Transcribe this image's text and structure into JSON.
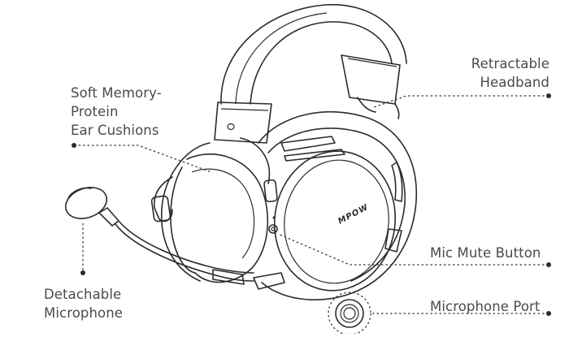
{
  "labels": {
    "cushions": [
      "Soft Memory-",
      "Protein",
      "Ear Cushions"
    ],
    "headband": [
      "Retractable",
      "Headband"
    ],
    "mute": "Mic Mute Button",
    "port": "Microphone Port",
    "mic": [
      "Detachable",
      "Microphone"
    ]
  },
  "logo_text": "MPOW",
  "colors": {
    "line": "#2b2b2b",
    "text": "#4a4a4a",
    "background": "#ffffff"
  }
}
